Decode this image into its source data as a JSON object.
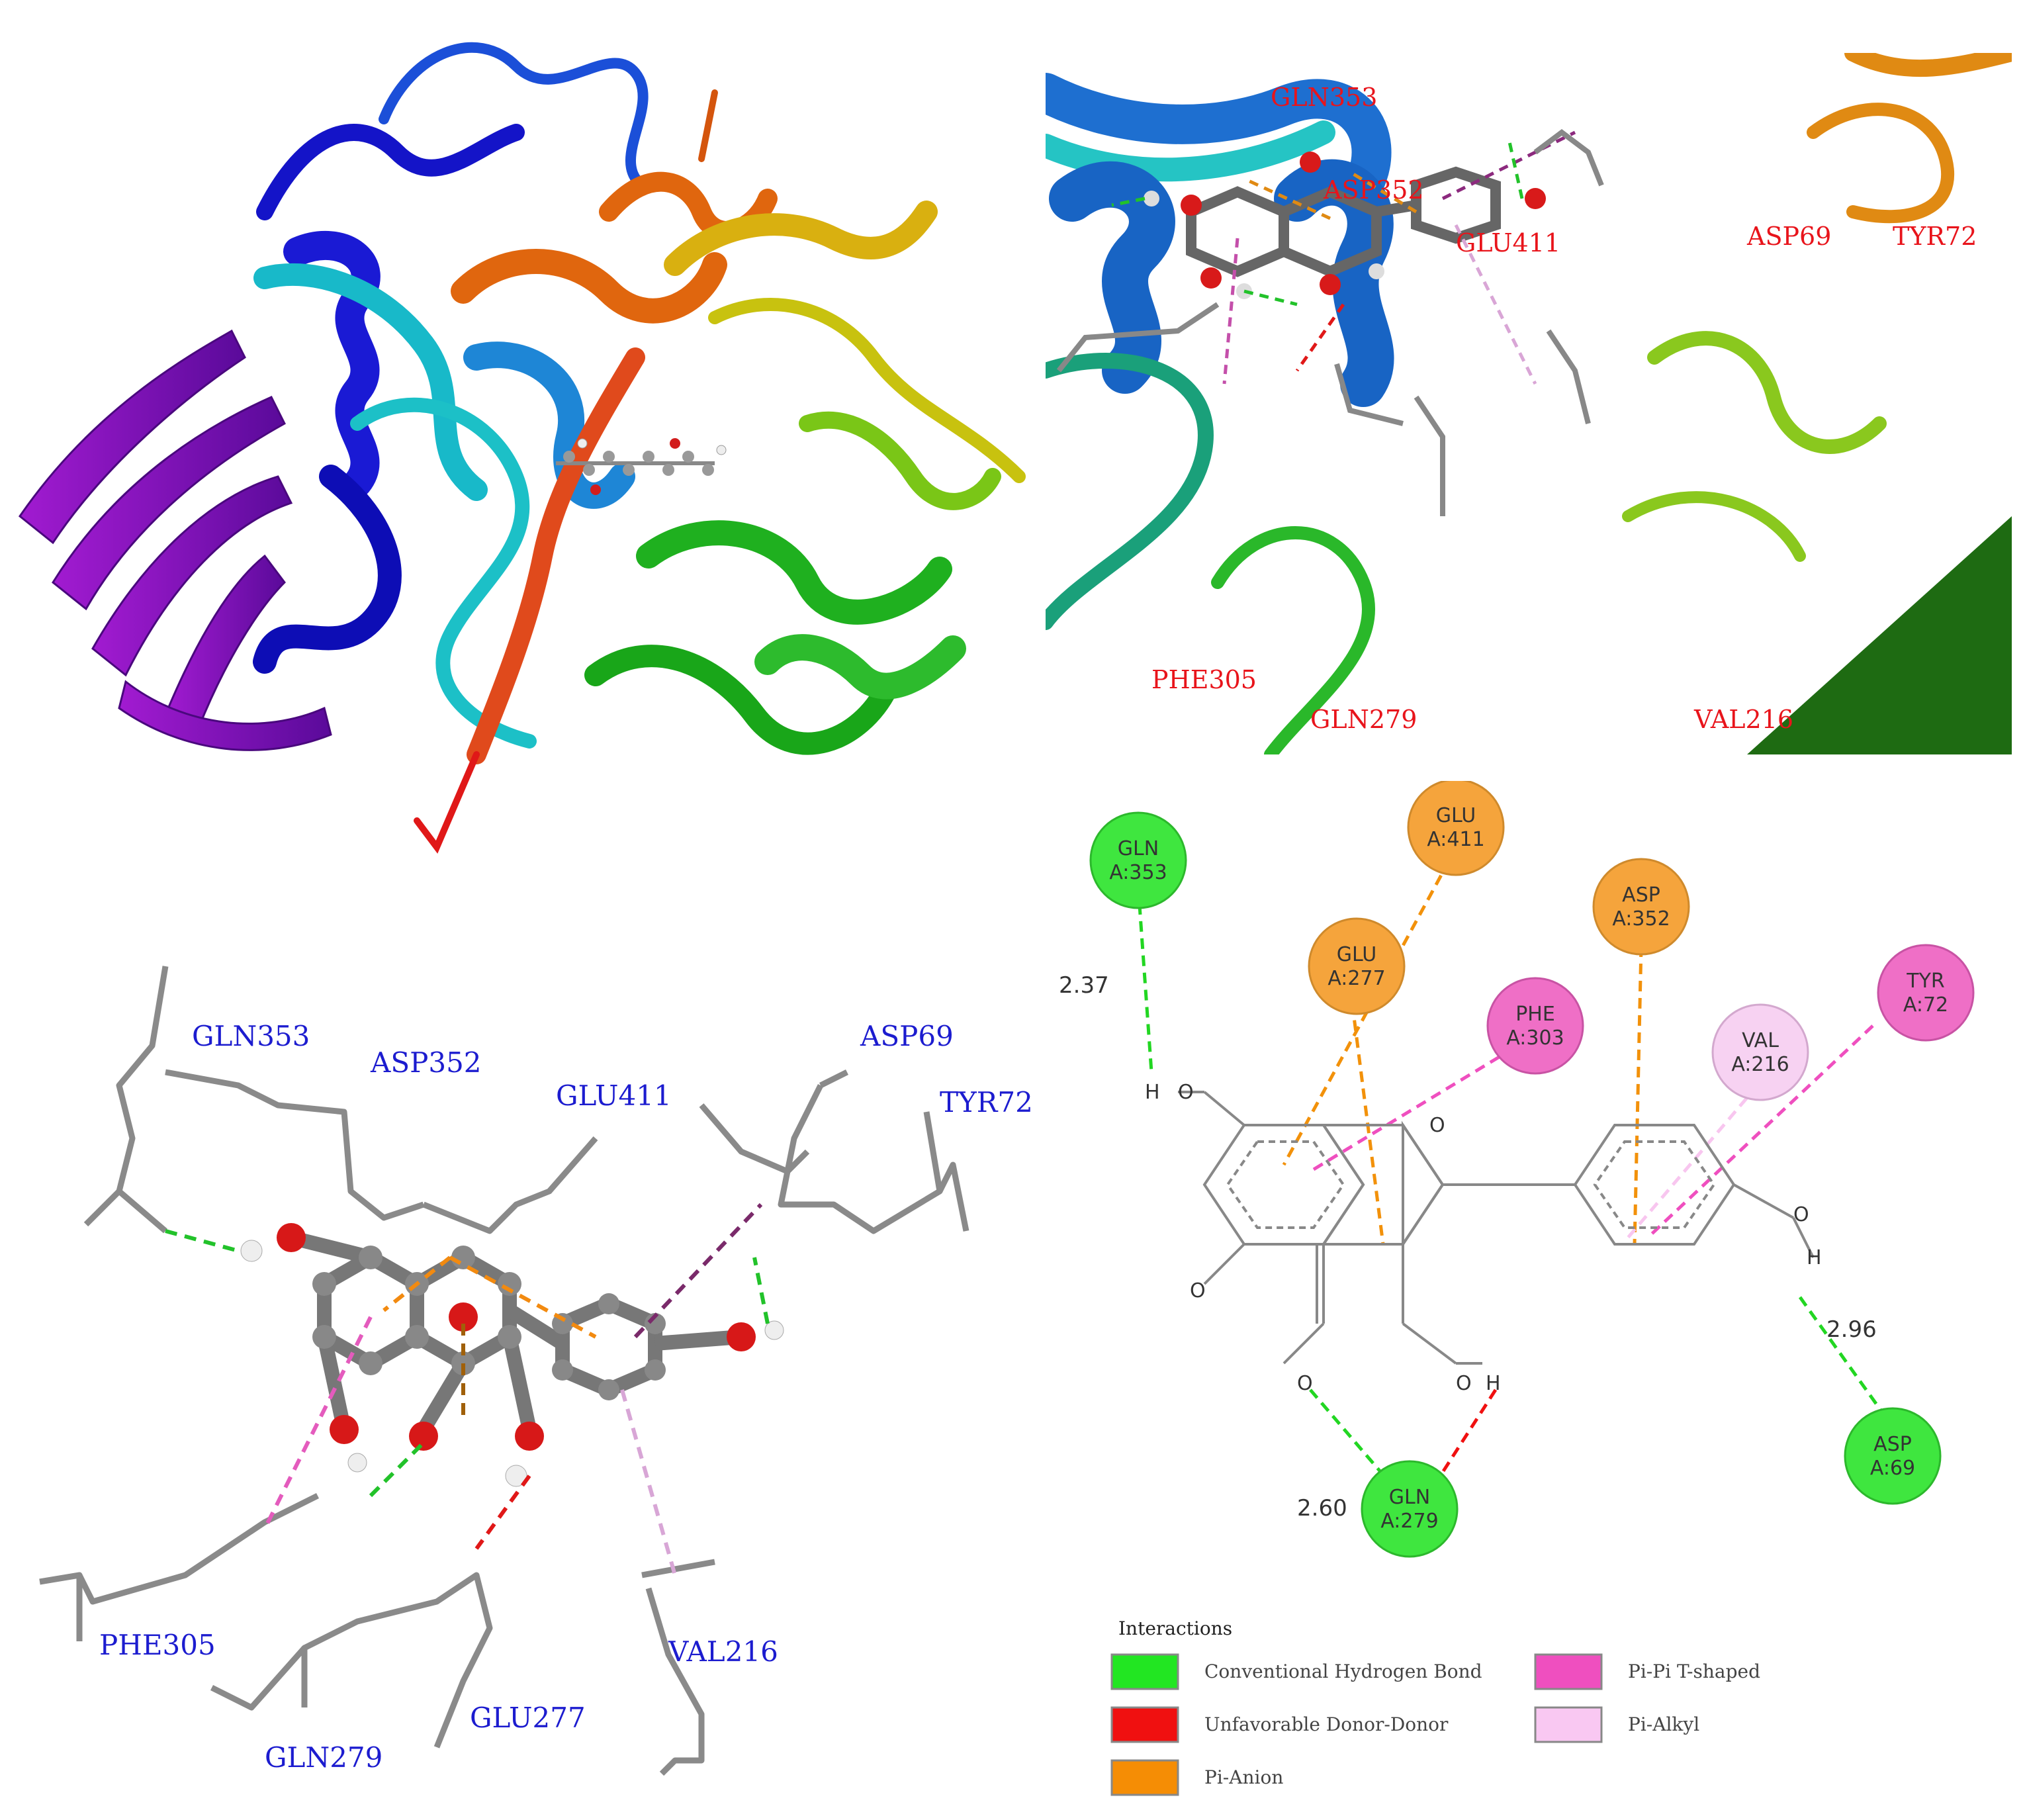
{
  "panel_b": {
    "labels": [
      "GLN353",
      "ASP352",
      "GLU411",
      "ASP69",
      "TYR72",
      "PHE305",
      "GLN279",
      "VAL216"
    ]
  },
  "panel_c": {
    "labels": [
      "GLN353",
      "ASP352",
      "GLU411",
      "ASP69",
      "TYR72",
      "PHE305",
      "GLN279",
      "GLU277",
      "VAL216"
    ]
  },
  "panel_d": {
    "residues": [
      {
        "name": "GLN",
        "chain": "A:353",
        "color": "#3fe63f"
      },
      {
        "name": "GLU",
        "chain": "A:411",
        "color": "#f5a43c"
      },
      {
        "name": "GLU",
        "chain": "A:277",
        "color": "#f5a43c"
      },
      {
        "name": "ASP",
        "chain": "A:352",
        "color": "#f5a43c"
      },
      {
        "name": "PHE",
        "chain": "A:303",
        "color": "#ef6fc6"
      },
      {
        "name": "VAL",
        "chain": "A:216",
        "color": "#f7d2f2"
      },
      {
        "name": "TYR",
        "chain": "A:72",
        "color": "#ef6fc6"
      },
      {
        "name": "ASP",
        "chain": "A:69",
        "color": "#3fe63f"
      },
      {
        "name": "GLN",
        "chain": "A:279",
        "color": "#3fe63f"
      }
    ],
    "distances": [
      "2.37",
      "2.96",
      "2.60"
    ],
    "atoms": {
      "h": "H",
      "o": "O"
    },
    "legend": {
      "title": "Interactions",
      "items": [
        {
          "label": "Conventional Hydrogen Bond",
          "color": "#22e622"
        },
        {
          "label": "Unfavorable Donor-Donor",
          "color": "#f01010"
        },
        {
          "label": "Pi-Anion",
          "color": "#f58d05"
        },
        {
          "label": "Pi-Pi T-shaped",
          "color": "#ef4fbf"
        },
        {
          "label": "Pi-Alkyl",
          "color": "#f9c8f2"
        }
      ]
    }
  }
}
